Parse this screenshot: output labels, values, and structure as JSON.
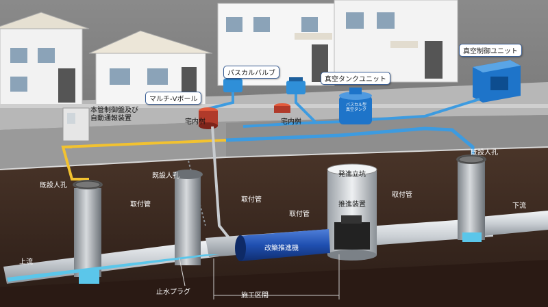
{
  "labels": {
    "vacuum_control_unit": "真空制御ユニット",
    "vacuum_tank_unit": "真空タンクユニット",
    "pascal_valve": "パスカルバルブ",
    "multi_v_ball": "マルチ-Vボール",
    "home_basin_left": "宅内桝",
    "home_basin_right": "宅内桝",
    "main_control_panel": "本管制御盤及び\n自動通報装置",
    "existing_manhole_left": "既設人孔",
    "existing_manhole_mid": "既設人孔",
    "existing_manhole_right": "既設人孔",
    "service_pipe_1": "取付管",
    "service_pipe_2": "取付管",
    "service_pipe_3": "取付管",
    "service_pipe_4": "取付管",
    "launch_shaft": "発進立坑",
    "jacking_equipment": "推進装置",
    "rehab_jacking_machine": "改築推進機",
    "upstream": "上流",
    "downstream": "下流",
    "water_stop_plug": "止水プラグ",
    "construction_section": "施工区間",
    "tank_plate": "バスカル型\n真空タンク"
  },
  "colors": {
    "pipe_yellow": "#f2c230",
    "pipe_blue": "#3d9be0",
    "water": "#5bc6ea",
    "soil": "#3a2a22",
    "machine_blue": "#1f4fb0",
    "unit_blue": "#1e74c9",
    "basin_red": "#c0392b"
  },
  "icons": {
    "house": "house-icon",
    "manhole": "manhole-icon",
    "tank": "vacuum-tank-icon",
    "control_unit": "control-unit-icon",
    "valve": "valve-icon"
  }
}
